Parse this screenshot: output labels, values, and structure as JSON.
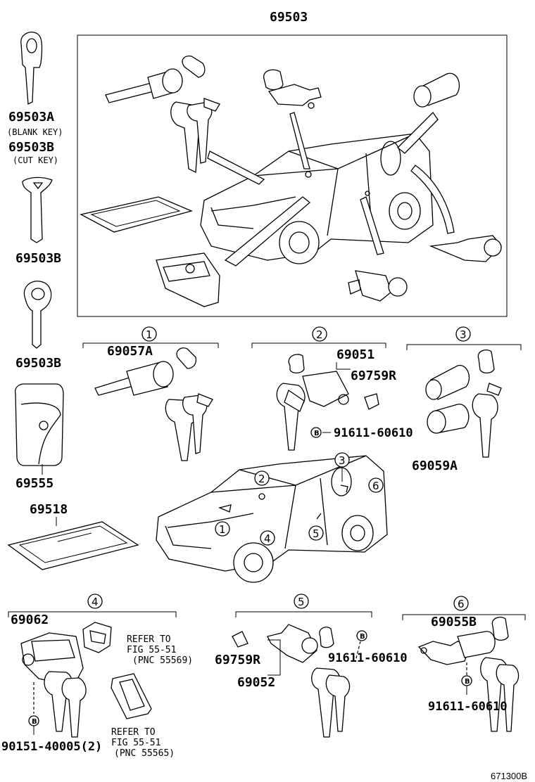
{
  "top_group": {
    "part": "69503"
  },
  "keys": {
    "blank_key_part": "69503A",
    "blank_key_note": "(BLANK KEY)",
    "cut_key_part": "69503B",
    "cut_key_note": "(CUT KEY)",
    "master_key_part": "69503B",
    "valet_key_part": "69503B",
    "key_case_part": "69555",
    "plate_part": "69518"
  },
  "circles": [
    "1",
    "2",
    "3",
    "4",
    "5",
    "6"
  ],
  "group1": {
    "label": "1",
    "part": "69057A"
  },
  "group2": {
    "label": "2",
    "part_main": "69051",
    "part_spring": "69759R",
    "bolt_part": "91611-60610",
    "bolt_marker": "B"
  },
  "group3": {
    "label": "3",
    "part": "69059A"
  },
  "group4": {
    "label": "4",
    "part": "69062",
    "refer1_line1": "REFER TO",
    "refer1_line2": "FIG 55-51",
    "refer1_line3": "(PNC 55569)",
    "refer2_line1": "REFER TO",
    "refer2_line2": "FIG 55-51",
    "refer2_line3": "(PNC 55565)",
    "bolt_marker": "B",
    "bolt_part": "90151-40005(2)"
  },
  "group5": {
    "label": "5",
    "part_spring": "69759R",
    "part_main": "69052",
    "bolt_marker": "B",
    "bolt_part": "91611-60610"
  },
  "group6": {
    "label": "6",
    "part": "69055B",
    "bolt_marker": "B",
    "bolt_part": "91611-60610"
  },
  "figure_number": "671300B"
}
